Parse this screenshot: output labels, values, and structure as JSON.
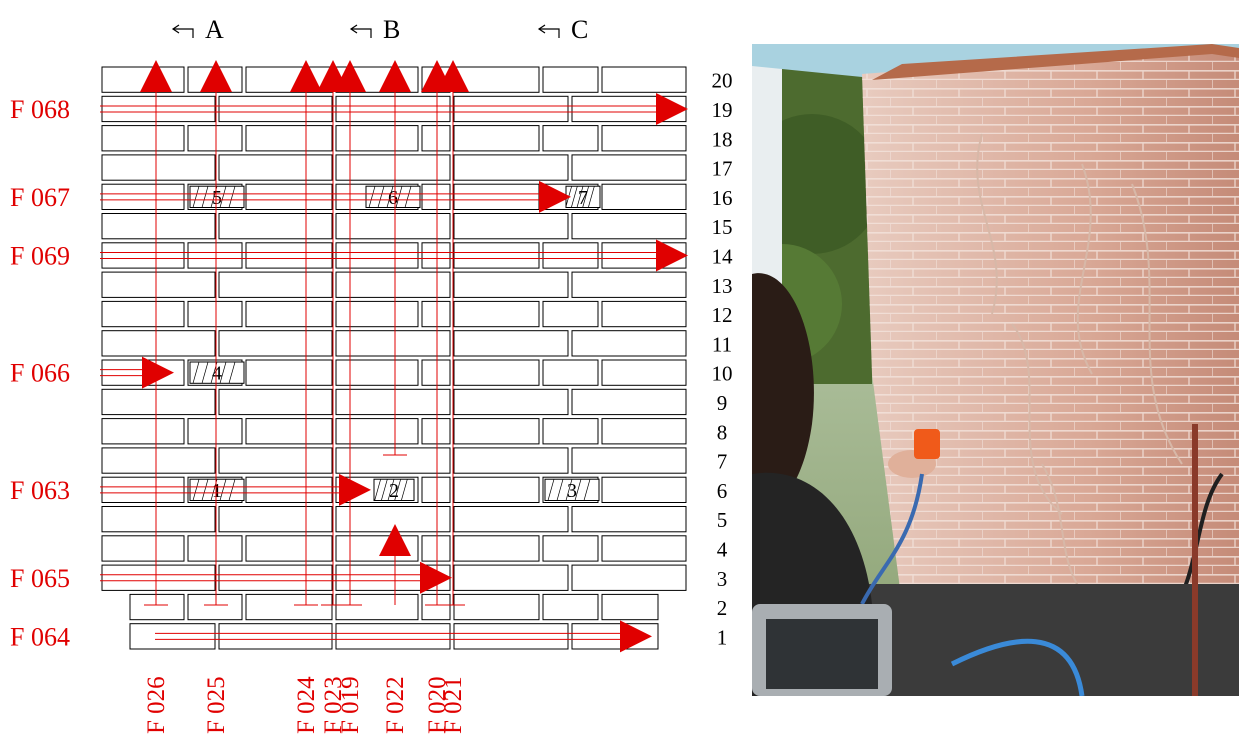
{
  "sections": [
    "A",
    "B",
    "C"
  ],
  "horizontal_lines": [
    {
      "label": "F 068",
      "course": 19
    },
    {
      "label": "F 067",
      "course": 16
    },
    {
      "label": "F 069",
      "course": 14
    },
    {
      "label": "F 066",
      "course": 10
    },
    {
      "label": "F 063",
      "course": 6
    },
    {
      "label": "F 065",
      "course": 3
    },
    {
      "label": "F 064",
      "course": 1
    }
  ],
  "vertical_lines": [
    "F 026",
    "F 025",
    "F 024",
    "F 023",
    "F 019",
    "F 022",
    "F 020",
    "F 021"
  ],
  "courses": [
    "20",
    "19",
    "18",
    "17",
    "16",
    "15",
    "14",
    "13",
    "12",
    "11",
    "10",
    "9",
    "8",
    "7",
    "6",
    "5",
    "4",
    "3",
    "2",
    "1"
  ],
  "bricks": [
    "1",
    "2",
    "3",
    "4",
    "5",
    "6",
    "7"
  ],
  "colors": {
    "line": "#e00000",
    "label": "#e00000",
    "brick_stroke": "#000000",
    "background": "#ffffff"
  }
}
